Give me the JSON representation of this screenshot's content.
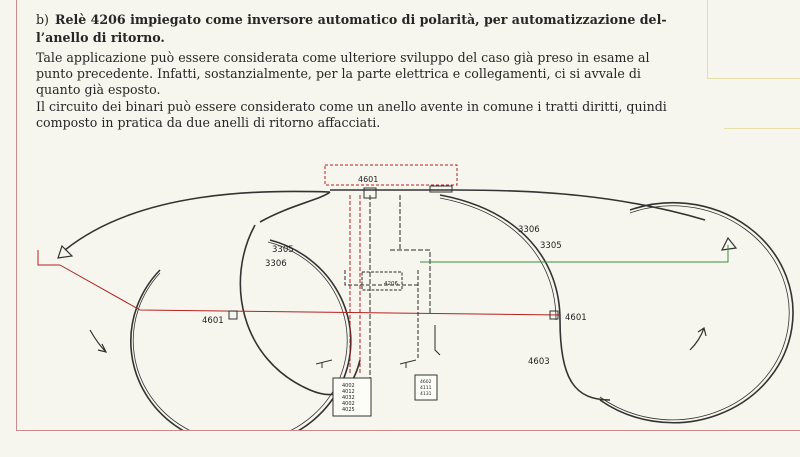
{
  "heading": {
    "label": "b)",
    "title": "Relè 4206 impiegato come inversore automatico di polarità, per automatizzazione del-l’anello di ritorno."
  },
  "paragraphs": [
    "Tale applicazione può essere considerata come ulteriore sviluppo del caso già preso in esame al punto precedente. Infatti, sostanzialmente, per la parte elettrica e collegamenti, ci si avvale di quanto già esposto.",
    "Il circuito dei binari può essere considerato come un anello avente in comune i tratti diritti, quindi composto in pratica da due anelli di ritorno affacciati."
  ],
  "diagram": {
    "labels": {
      "top_relay": "4601",
      "left_curve_a": "3305",
      "left_curve_b": "3306",
      "right_curve_a": "3306",
      "right_curve_b": "3305",
      "left_junction": "4601",
      "right_junction": "4601",
      "right_feeder": "4603",
      "center_relay": "4206",
      "box_left_lines": [
        "4002",
        "4012",
        "4032",
        "4002",
        "4025"
      ],
      "box_right_lines": [
        "4602",
        "4111",
        "4131"
      ]
    },
    "colors": {
      "track": "#333333",
      "red_wire": "#b22222",
      "dark_wire": "#2a2a2a",
      "green_wire": "#3c8c3c",
      "border": "#c98c8c"
    }
  }
}
